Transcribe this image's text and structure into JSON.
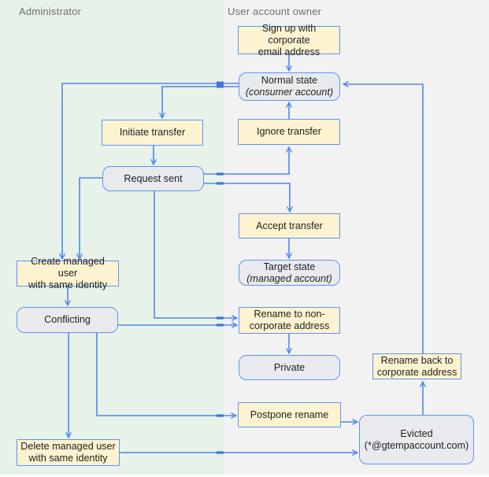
{
  "lanes": {
    "admin": {
      "title": "Administrator"
    },
    "user": {
      "title": "User account owner"
    }
  },
  "nodes": {
    "signup": {
      "type": "action",
      "lines": [
        "Sign up with corporate",
        "email address"
      ]
    },
    "normal": {
      "type": "state",
      "lines": [
        "Normal state",
        "(consumer account)"
      ]
    },
    "initiate": {
      "type": "action",
      "lines": [
        "Initiate transfer"
      ]
    },
    "ignore": {
      "type": "action",
      "lines": [
        "Ignore transfer"
      ]
    },
    "request": {
      "type": "state",
      "lines": [
        "Request sent"
      ]
    },
    "accept": {
      "type": "action",
      "lines": [
        "Accept transfer"
      ]
    },
    "target": {
      "type": "state",
      "lines": [
        "Target state",
        "(managed account)"
      ]
    },
    "create": {
      "type": "action",
      "lines": [
        "Create managed user",
        "with same identity"
      ]
    },
    "conflicting": {
      "type": "state",
      "lines": [
        "Conflicting"
      ]
    },
    "rename_non": {
      "type": "action",
      "lines": [
        "Rename to non-",
        "corporate address"
      ]
    },
    "private": {
      "type": "state",
      "lines": [
        "Private"
      ]
    },
    "rename_back": {
      "type": "action",
      "lines": [
        "Rename back to",
        "corporate address"
      ]
    },
    "postpone": {
      "type": "action",
      "lines": [
        "Postpone rename"
      ]
    },
    "evicted": {
      "type": "state",
      "lines": [
        "Evicted",
        "(*@gtempaccount.com)"
      ]
    },
    "delete": {
      "type": "action",
      "lines": [
        "Delete managed user",
        "with same identity"
      ]
    }
  },
  "edges": [
    {
      "from": "signup",
      "to": "normal"
    },
    {
      "from": "normal",
      "to": "initiate"
    },
    {
      "from": "normal",
      "to": "create"
    },
    {
      "from": "initiate",
      "to": "request"
    },
    {
      "from": "request",
      "to": "ignore"
    },
    {
      "from": "ignore",
      "to": "normal"
    },
    {
      "from": "request",
      "to": "accept"
    },
    {
      "from": "accept",
      "to": "target"
    },
    {
      "from": "request",
      "to": "create"
    },
    {
      "from": "create",
      "to": "conflicting"
    },
    {
      "from": "request",
      "to": "rename_non"
    },
    {
      "from": "conflicting",
      "to": "rename_non"
    },
    {
      "from": "rename_non",
      "to": "private"
    },
    {
      "from": "conflicting",
      "to": "delete"
    },
    {
      "from": "conflicting",
      "to": "postpone"
    },
    {
      "from": "postpone",
      "to": "evicted"
    },
    {
      "from": "delete",
      "to": "evicted"
    },
    {
      "from": "evicted",
      "to": "rename_back"
    },
    {
      "from": "rename_back",
      "to": "normal"
    }
  ],
  "colors": {
    "lane_admin_bg": "#e7f2e9",
    "lane_user_bg": "#f2f2f3",
    "action_fill": "#fdf3d0",
    "state_fill": "#e8eaed",
    "stroke_blue": "#5187ec",
    "lane_title_text": "#707070",
    "node_text": "#1f1f1f"
  }
}
